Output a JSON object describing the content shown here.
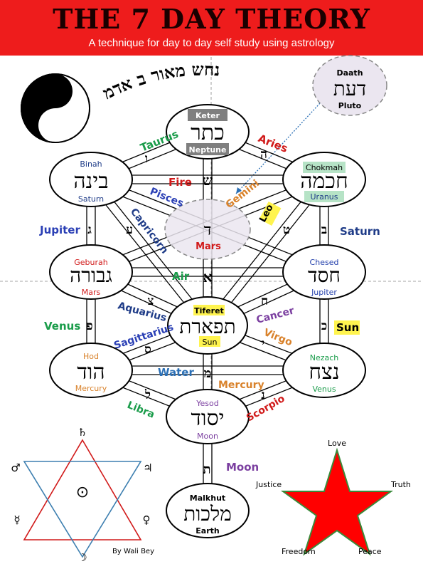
{
  "header": {
    "title": "THE 7 DAY THEORY",
    "subtitle": "A technique for day to day self study using astrology"
  },
  "arc_hebrew": "נחש מאור ב אדמ",
  "sephirot": {
    "keter": {
      "name": "Keter",
      "hebrew": "כתר",
      "planet": "Neptune",
      "color": "#000000"
    },
    "binah": {
      "name": "Binah",
      "hebrew": "בינה",
      "planet": "Saturn",
      "color": "#1f3c88"
    },
    "chokmah": {
      "name": "Chokmah",
      "hebrew": "חכמה",
      "planet": "Uranus",
      "color": "#1f6f8b"
    },
    "geburah": {
      "name": "Geburah",
      "hebrew": "גבורה",
      "planet": "Mars",
      "color": "#d11a1a"
    },
    "chesed": {
      "name": "Chesed",
      "hebrew": "חסד",
      "planet": "Jupiter",
      "color": "#1f3caa"
    },
    "tiferet": {
      "name": "Tiferet",
      "hebrew": "תפארת",
      "planet": "Sun",
      "color": "#000000"
    },
    "hod": {
      "name": "Hod",
      "hebrew": "הוד",
      "planet": "Mercury",
      "color": "#d9822b"
    },
    "nezach": {
      "name": "Nezach",
      "hebrew": "נצח",
      "planet": "Venus",
      "color": "#1a9c4a"
    },
    "yesod": {
      "name": "Yesod",
      "hebrew": "יסוד",
      "planet": "Moon",
      "color": "#7b3fa0"
    },
    "malkhut": {
      "name": "Malkhut",
      "hebrew": "מלכות",
      "planet": "Earth",
      "color": "#000000"
    }
  },
  "daath": {
    "name": "Daath",
    "hebrew": "דעת",
    "planet": "Pluto"
  },
  "mars_center": {
    "hebrew": "ד",
    "label": "Mars"
  },
  "path_labels": {
    "taurus": "Taurus",
    "aries": "Aries",
    "fire": "Fire",
    "pisces": "Pisces",
    "gemini": "Gemini",
    "leo": "Leo",
    "capricorn": "Capricorn",
    "jupiter": "Jupiter",
    "saturn": "Saturn",
    "air": "Air",
    "aquarius": "Aquarius",
    "cancer": "Cancer",
    "venus": "Venus",
    "sun": "Sun",
    "sagittarius": "Sagittarius",
    "virgo": "Virgo",
    "water": "Water",
    "mercury": "Mercury",
    "libra": "Libra",
    "scorpio": "Scorpio",
    "moon": "Moon"
  },
  "hebrew_letters": {
    "vav": "ו",
    "he": "ה",
    "shin": "ש",
    "gimel": "ג",
    "ayin": "ע",
    "tet": "ט",
    "bet": "ב",
    "aleph": "א",
    "tsadi": "צ",
    "het": "ח",
    "pe": "פ",
    "kaf": "כ",
    "samekh": "ס",
    "yod": "י",
    "mem": "מ",
    "lamed": "ל",
    "nun": "נ",
    "tav": "ת"
  },
  "hexagram_symbols": {
    "top": "♄",
    "top_left": "♂",
    "top_right": "♃",
    "center": "⊙",
    "bottom_left": "☿",
    "bottom_right": "♀",
    "bottom": "☽"
  },
  "star_labels": {
    "top": "Love",
    "left": "Justice",
    "right": "Truth",
    "bottom_left": "Freedom",
    "bottom_right": "Peace"
  },
  "author": "By Wali Bey",
  "colors": {
    "header_red": "#ee1c1c",
    "star_red": "#ff0000",
    "star_green": "#3a8a3a",
    "keter_box": "#7f7f7f",
    "chokmah_box": "#b6e3c6",
    "sun_highlight": "#fff44f",
    "daath_fill": "#ebe6f0"
  }
}
